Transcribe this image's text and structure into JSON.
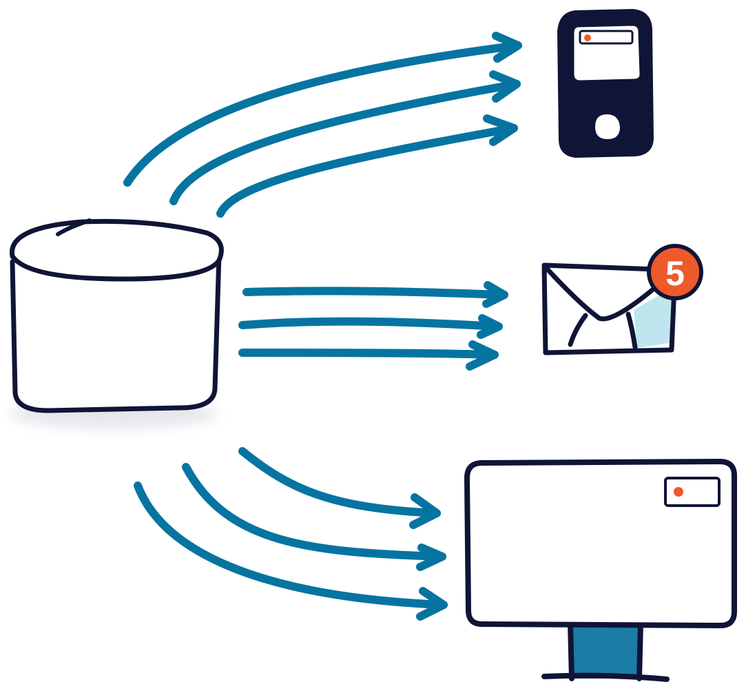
{
  "colors": {
    "ink": "#101436",
    "arrow": "#0674A1",
    "alert": "#EE5A2A",
    "screen_tint": "#BFE6EE",
    "stand_fill": "#1B7CA6",
    "shadow": "#E6E6EC",
    "background": "#FFFFFF"
  },
  "nodes": {
    "database": {
      "icon": "database-cylinder-icon"
    },
    "phone": {
      "icon": "mobile-phone-icon"
    },
    "email": {
      "icon": "envelope-icon",
      "badge_count": "5"
    },
    "monitor": {
      "icon": "desktop-monitor-icon"
    }
  },
  "edges": [
    {
      "from": "database",
      "to": "phone",
      "count": 3
    },
    {
      "from": "database",
      "to": "email",
      "count": 3
    },
    {
      "from": "database",
      "to": "monitor",
      "count": 3
    }
  ]
}
